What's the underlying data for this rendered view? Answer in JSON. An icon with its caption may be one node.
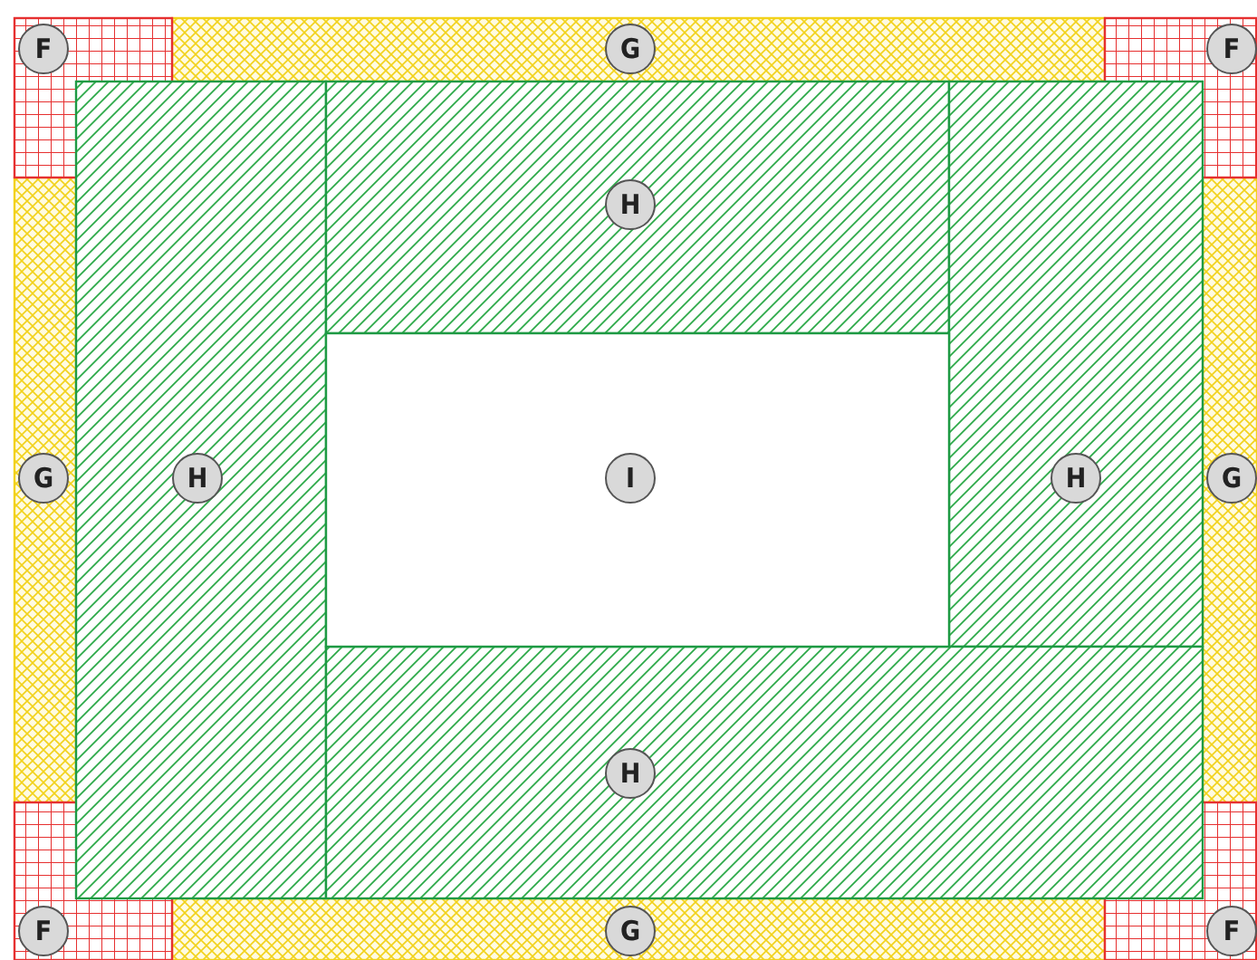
{
  "diagram": {
    "nodes": [
      {
        "text": [
          "F"
        ]
      },
      {
        "text": [
          "G"
        ]
      },
      {
        "text": [
          "F"
        ]
      },
      {
        "text": [
          "H"
        ]
      },
      {
        "text": [
          "G"
        ]
      },
      {
        "text": [
          "H"
        ]
      },
      {
        "text": [
          "I"
        ]
      },
      {
        "text": [
          "H"
        ]
      },
      {
        "text": [
          "G"
        ]
      },
      {
        "text": [
          "H"
        ]
      },
      {
        "text": [
          "F"
        ]
      },
      {
        "text": [
          "G"
        ]
      },
      {
        "text": [
          "F"
        ]
      }
    ],
    "edges": []
  }
}
